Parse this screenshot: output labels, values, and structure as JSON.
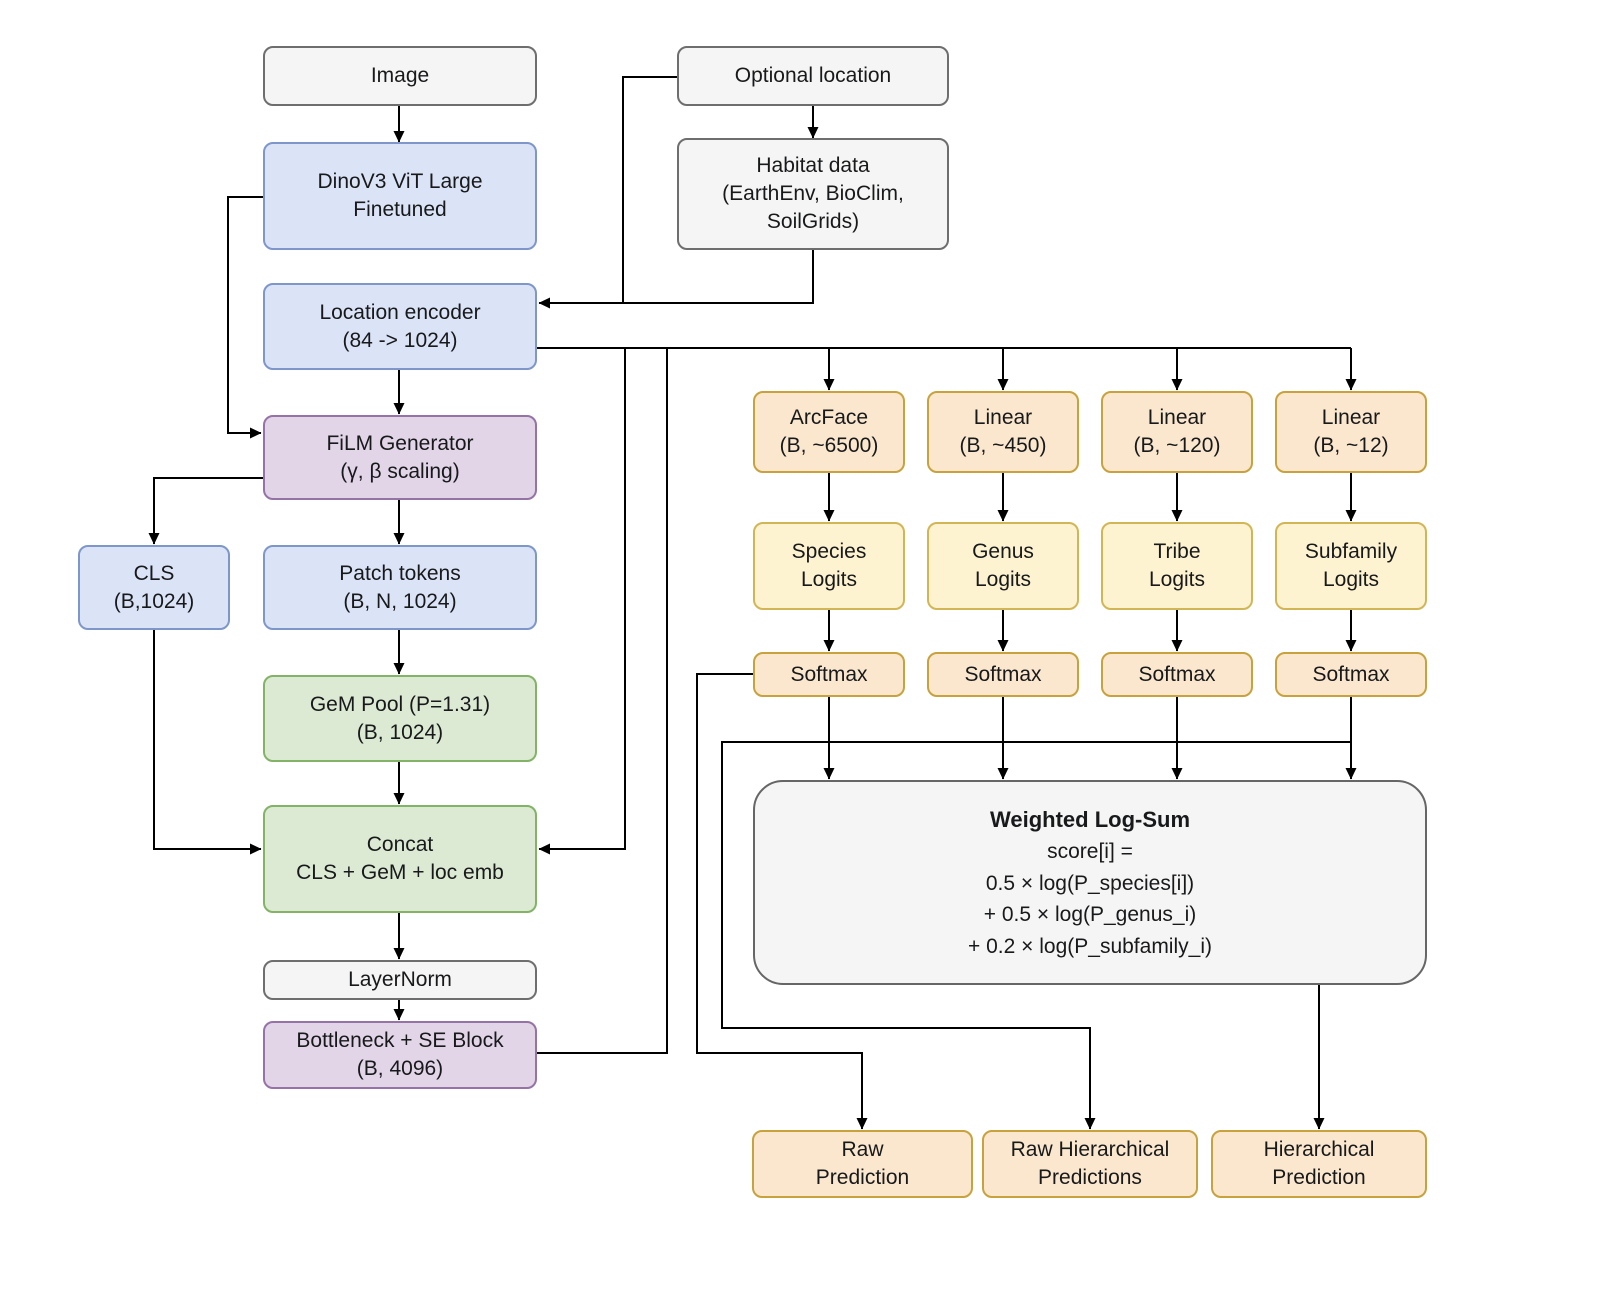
{
  "palette": {
    "background": "#ffffff",
    "edge": "#000000",
    "gray_fill": "#f5f5f5",
    "gray_stroke": "#6e6e6e",
    "blue_fill": "#dbe4f7",
    "blue_stroke": "#7e96c9",
    "purple_fill": "#e1d5e7",
    "purple_stroke": "#9673a6",
    "green_fill": "#dcead3",
    "green_stroke": "#82b366",
    "orange_fill": "#fae7ce",
    "orange_stroke": "#c7a23d",
    "yellow_fill": "#fdf3d0",
    "yellow_stroke": "#d2b656"
  },
  "nodes": {
    "image": {
      "lines": [
        "Image"
      ]
    },
    "optional_location": {
      "lines": [
        "Optional location"
      ]
    },
    "dinov3": {
      "lines": [
        "DinoV3 ViT Large",
        "Finetuned"
      ]
    },
    "habitat_data": {
      "lines": [
        "Habitat data",
        "(EarthEnv, BioClim,",
        "SoilGrids)"
      ]
    },
    "location_encoder": {
      "lines": [
        "Location encoder",
        "(84 -> 1024)"
      ]
    },
    "film_generator": {
      "lines": [
        "FiLM Generator",
        "(γ, β scaling)"
      ]
    },
    "cls": {
      "lines": [
        "CLS",
        "(B,1024)"
      ]
    },
    "patch_tokens": {
      "lines": [
        "Patch tokens",
        "(B, N, 1024)"
      ]
    },
    "gem_pool": {
      "lines": [
        "GeM Pool (P=1.31)",
        "(B, 1024)"
      ]
    },
    "concat": {
      "lines": [
        "Concat",
        "CLS + GeM + loc emb"
      ]
    },
    "layernorm": {
      "lines": [
        "LayerNorm"
      ]
    },
    "bottleneck": {
      "lines": [
        "Bottleneck + SE Block",
        "(B, 4096)"
      ]
    },
    "arcface_head": {
      "lines": [
        "ArcFace",
        "(B, ~6500)"
      ]
    },
    "genus_head": {
      "lines": [
        "Linear",
        "(B, ~450)"
      ]
    },
    "tribe_head": {
      "lines": [
        "Linear",
        "(B, ~120)"
      ]
    },
    "subfamily_head": {
      "lines": [
        "Linear",
        "(B, ~12)"
      ]
    },
    "species_logits": {
      "lines": [
        "Species",
        "Logits"
      ]
    },
    "genus_logits": {
      "lines": [
        "Genus",
        "Logits"
      ]
    },
    "tribe_logits": {
      "lines": [
        "Tribe",
        "Logits"
      ]
    },
    "subfamily_logits": {
      "lines": [
        "Subfamily",
        "Logits"
      ]
    },
    "softmax_species": {
      "lines": [
        "Softmax"
      ]
    },
    "softmax_genus": {
      "lines": [
        "Softmax"
      ]
    },
    "softmax_tribe": {
      "lines": [
        "Softmax"
      ]
    },
    "softmax_subfamily": {
      "lines": [
        "Softmax"
      ]
    },
    "weighted_log_sum": {
      "title": "Weighted Log-Sum",
      "lines": [
        "score[i] =",
        "0.5 × log(P_species[i])",
        "+ 0.5 × log(P_genus_i)",
        "+ 0.2 × log(P_subfamily_i)"
      ]
    },
    "raw_prediction": {
      "lines": [
        "Raw",
        "Prediction"
      ]
    },
    "raw_hierarchical": {
      "lines": [
        "Raw Hierarchical",
        "Predictions"
      ]
    },
    "hierarchical": {
      "lines": [
        "Hierarchical",
        "Prediction"
      ]
    }
  }
}
